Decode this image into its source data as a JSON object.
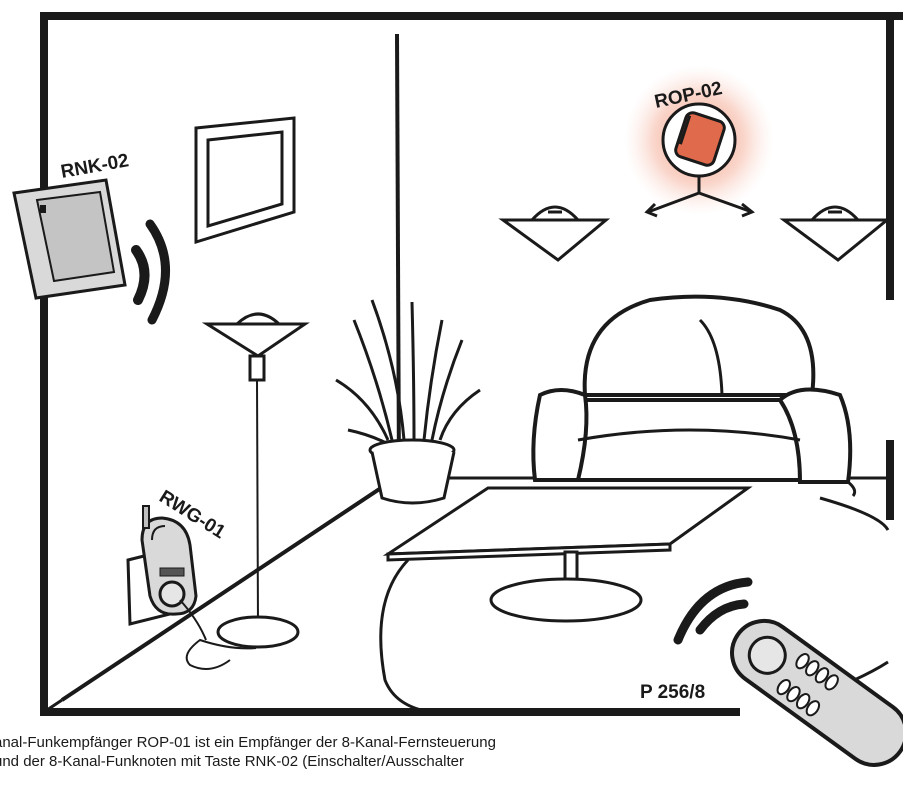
{
  "labels": {
    "rnk": "RNK-02",
    "rop": "ROP-02",
    "rwg": "RWG-01",
    "remote": "P 256/8"
  },
  "caption": {
    "line1": "anal-Funkempfänger ROP-01 ist ein Empfänger der 8-Kanal-Fernsteuerung",
    "line2": "und der 8-Kanal-Funknoten mit Taste RNK-02 (Einschalter/Ausschalter"
  },
  "colors": {
    "line": "#1a1a1a",
    "device_fill": "#e06a4c",
    "glow": "#f6b9a6",
    "panel_fill": "#d9d9d9"
  },
  "icons": [
    "wall-switch-icon",
    "ceiling-light-icon",
    "floor-lamp-icon",
    "plant-icon",
    "armchair-icon",
    "table-icon",
    "plug-receiver-icon",
    "remote-control-icon",
    "radio-waves-icon"
  ]
}
